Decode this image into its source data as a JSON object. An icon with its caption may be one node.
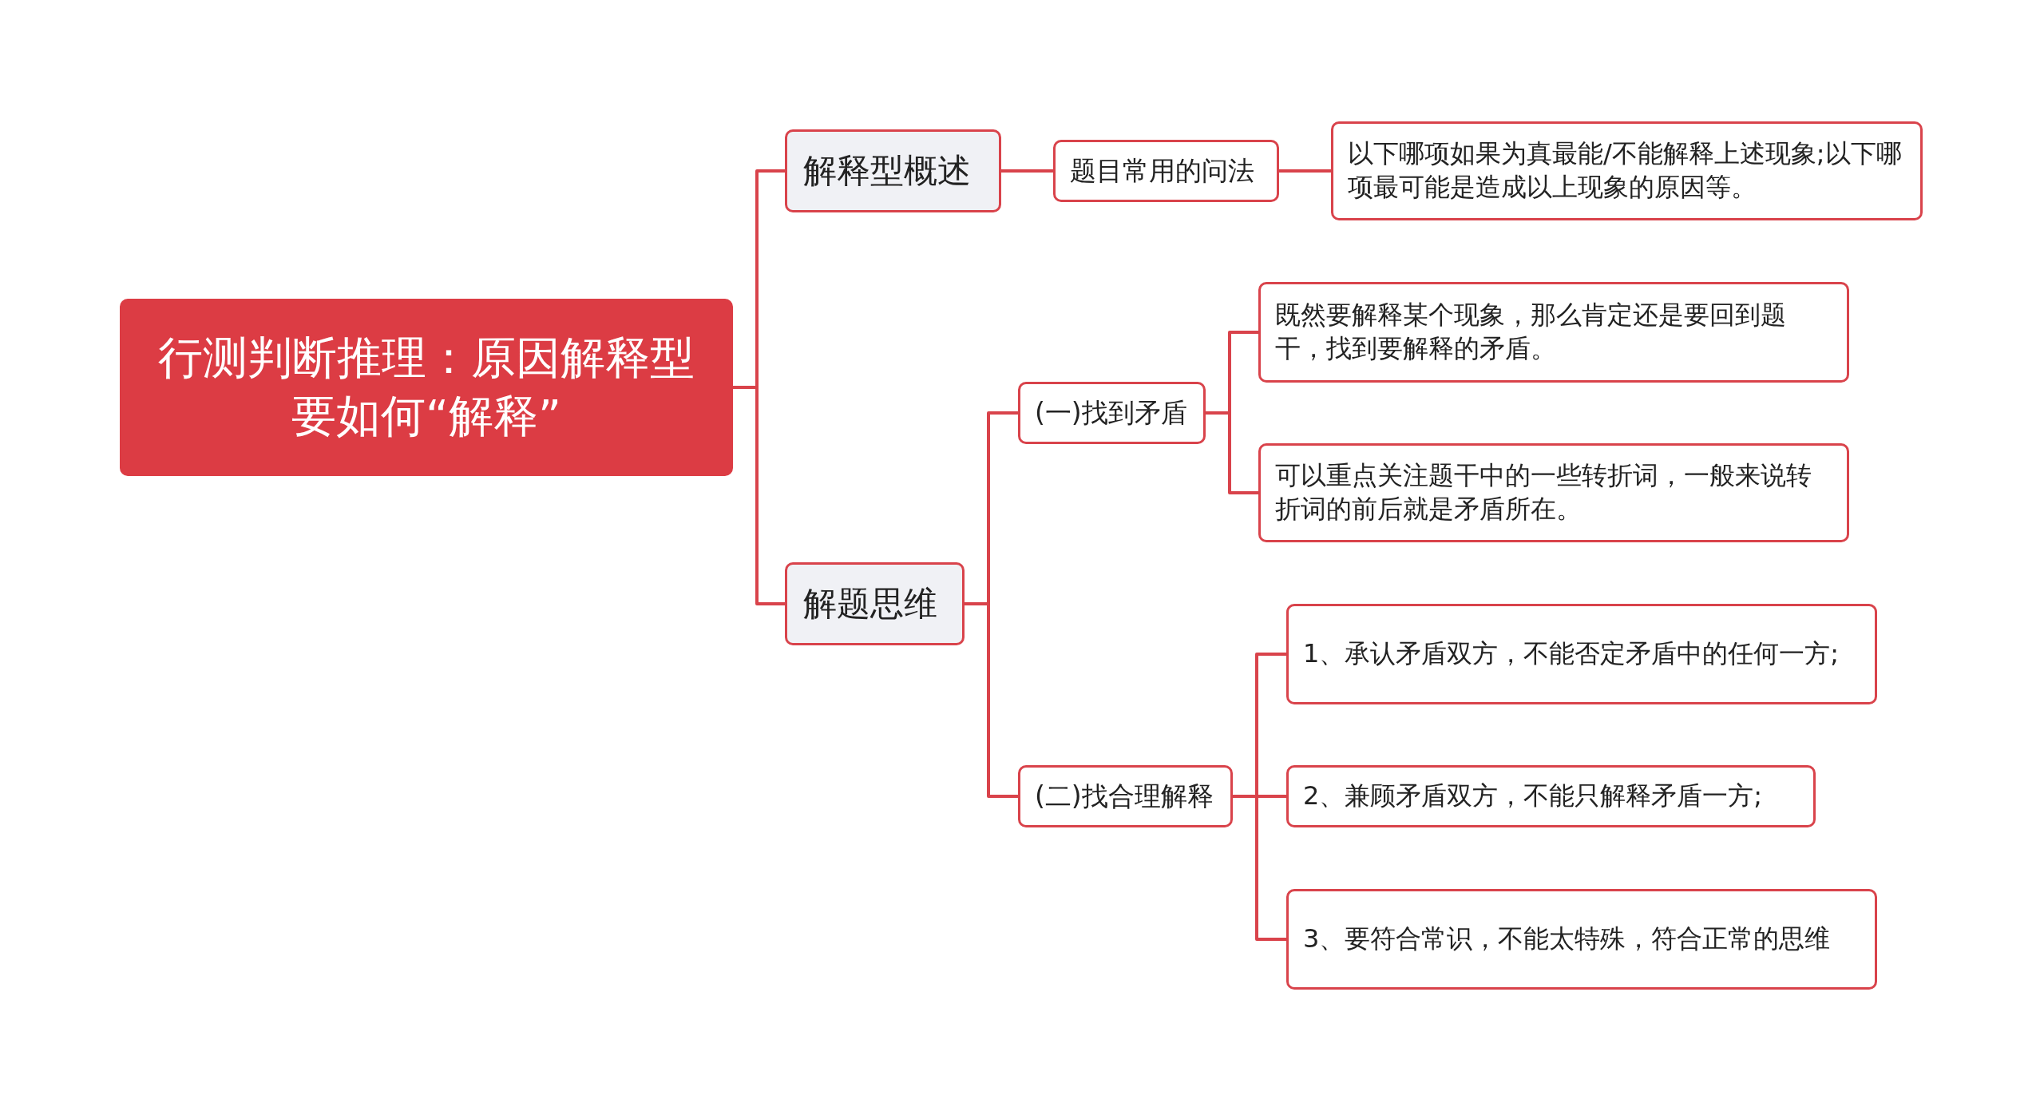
{
  "diagram": {
    "nodes": [
      {
        "text": [
          "行测判断推理：原因解释型要如何“解释”"
        ]
      },
      {
        "text": [
          "解释型概述"
        ]
      },
      {
        "text": [
          "题目常用的问法"
        ]
      },
      {
        "text": [
          "以下哪项如果为真最能/不能解释上述现象;以下哪项最可能是造成以上现象的原因等。"
        ]
      },
      {
        "text": [
          "解题思维"
        ]
      },
      {
        "text": [
          "(一)找到矛盾"
        ]
      },
      {
        "text": [
          "既然要解释某个现象，那么肯定还是要回到题干，找到要解释的矛盾。"
        ]
      },
      {
        "text": [
          "可以重点关注题干中的一些转折词，一般来说转折词的前后就是矛盾所在。"
        ]
      },
      {
        "text": [
          "(二)找合理解释"
        ]
      },
      {
        "text": [
          "1、承认矛盾双方，不能否定矛盾中的任何一方;"
        ]
      },
      {
        "text": [
          "2、兼顾矛盾双方，不能只解释矛盾一方;"
        ]
      },
      {
        "text": [
          "3、要符合常识，不能太特殊，符合正常的思维"
        ]
      }
    ],
    "edges": [
      {
        "from": 0,
        "to": 1,
        "arrow": "none"
      },
      {
        "from": 1,
        "to": 2,
        "arrow": "none"
      },
      {
        "from": 2,
        "to": 3,
        "arrow": "none"
      },
      {
        "from": 0,
        "to": 4,
        "arrow": "none"
      },
      {
        "from": 4,
        "to": 5,
        "arrow": "none"
      },
      {
        "from": 5,
        "to": 6,
        "arrow": "none"
      },
      {
        "from": 5,
        "to": 7,
        "arrow": "none"
      },
      {
        "from": 4,
        "to": 8,
        "arrow": "none"
      },
      {
        "from": 8,
        "to": 9,
        "arrow": "none"
      },
      {
        "from": 8,
        "to": 10,
        "arrow": "none"
      },
      {
        "from": 8,
        "to": 11,
        "arrow": "none"
      }
    ]
  }
}
